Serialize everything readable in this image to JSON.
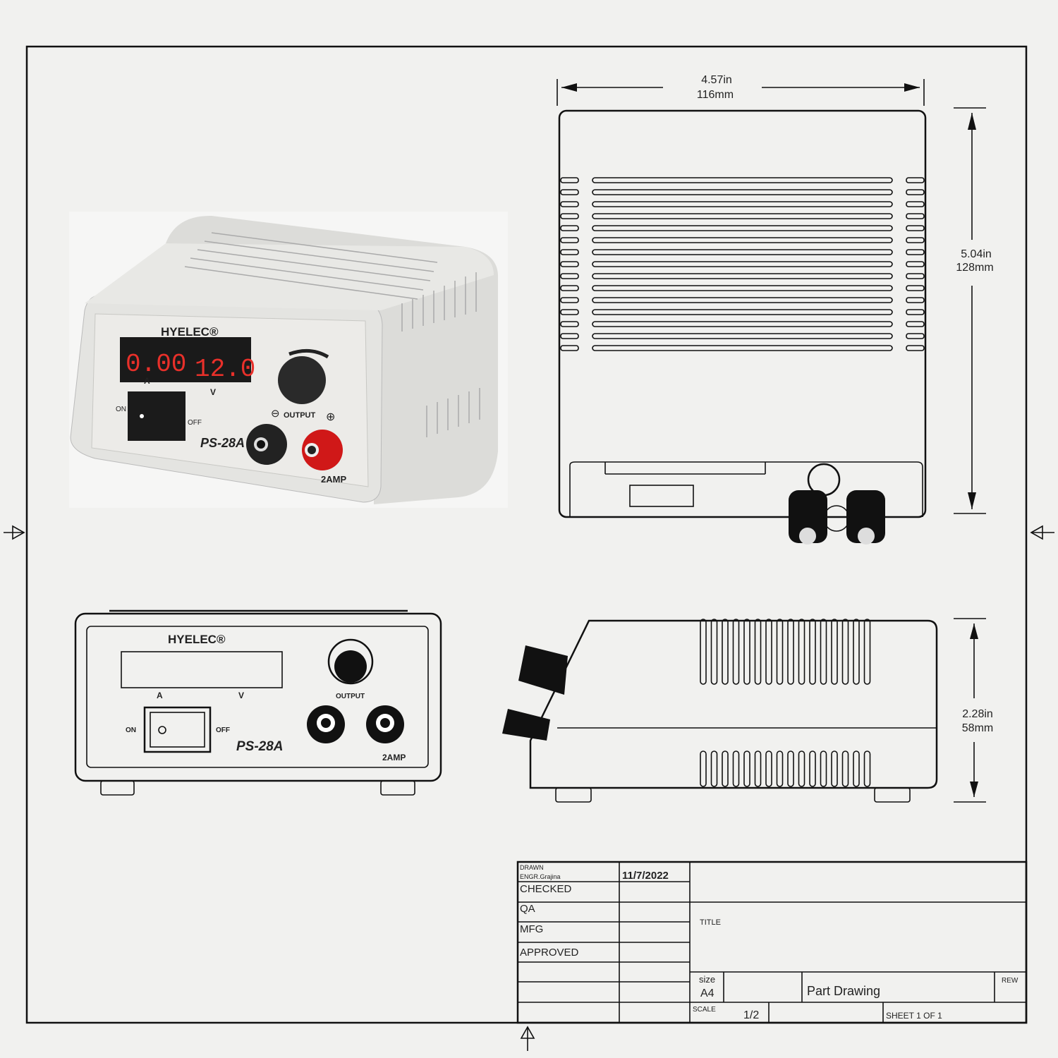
{
  "product": {
    "brand": "HYELEC®",
    "model": "PS-28A",
    "display_current": "0.00",
    "display_voltage": "12.0",
    "unit_a": "A",
    "unit_v": "V",
    "switch_on": "ON",
    "switch_off": "OFF",
    "output_label": "OUTPUT",
    "minus": "⊖",
    "plus": "⊕",
    "rating": "2AMP"
  },
  "dimensions": {
    "width_in": "4.57in",
    "width_mm": "116mm",
    "depth_in": "5.04in",
    "depth_mm": "128mm",
    "height_in": "2.28in",
    "height_mm": "58mm"
  },
  "title_block": {
    "drawn": "DRAWN",
    "engineer": "ENGR.Grajina",
    "date": "11/7/2022",
    "checked": "CHECKED",
    "qa": "QA",
    "mfg": "MFG",
    "approved": "APPROVED",
    "title_label": "TITLE",
    "size_label": "size",
    "size_value": "A4",
    "part_name": "Part Drawing",
    "rev_label": "REW",
    "scale_label": "SCALE",
    "scale_value": "1/2",
    "sheet": "SHEET 1 OF 1"
  },
  "colors": {
    "display_red": "#e8302a",
    "terminal_red": "#d01818",
    "line": "#111111"
  }
}
